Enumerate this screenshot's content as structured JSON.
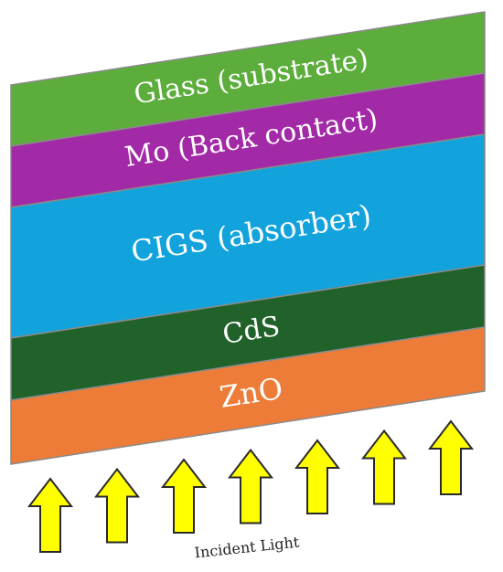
{
  "layers": [
    {
      "id": "glass",
      "label": "Glass (substrate)",
      "color": "#5cad3c"
    },
    {
      "id": "mo",
      "label": "Mo (Back contact)",
      "color": "#a32aa6"
    },
    {
      "id": "cigs",
      "label": "CIGS (absorber)",
      "color": "#12a3dc"
    },
    {
      "id": "cds",
      "label": "CdS",
      "color": "#20622a"
    },
    {
      "id": "zno",
      "label": "ZnO",
      "color": "#ed7c38"
    }
  ],
  "light": {
    "label": "Incident Light",
    "arrow_color": "#ffff00",
    "arrow_count": 7
  },
  "edge_color": "#8a8a8a"
}
